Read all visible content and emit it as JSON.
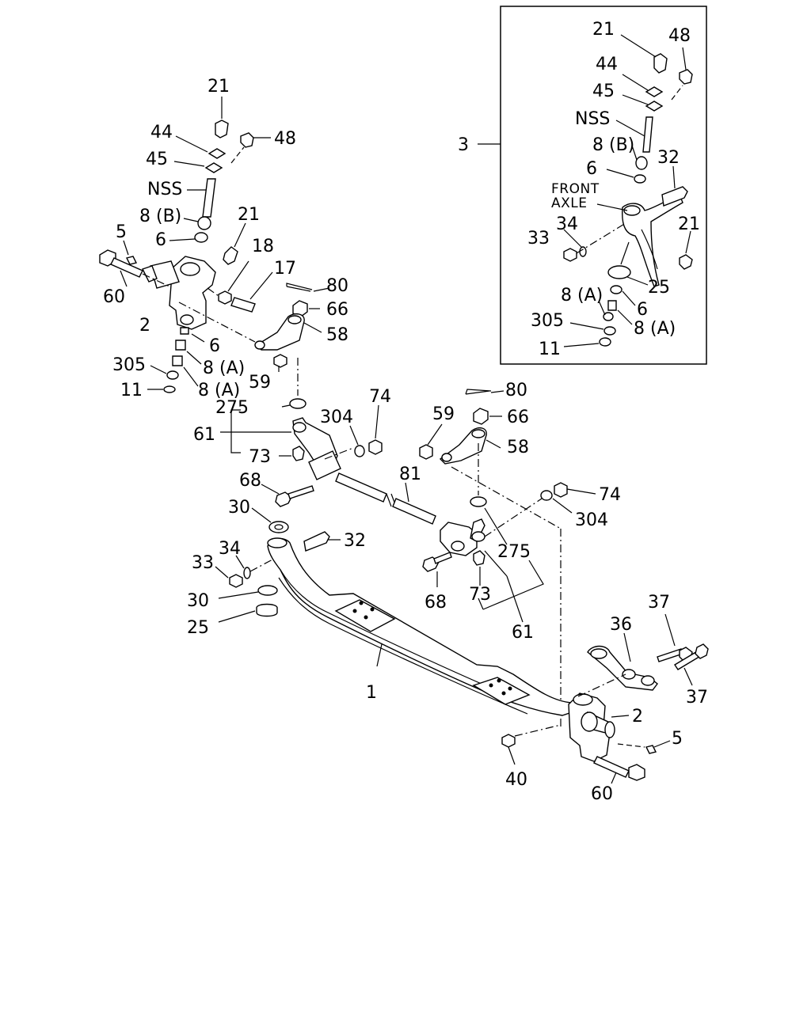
{
  "diagram": {
    "inset_label": "3",
    "front_axle_note": [
      "FRONT",
      "AXLE"
    ],
    "callouts": [
      {
        "id": "l-21-a",
        "text": "21"
      },
      {
        "id": "l-44-a",
        "text": "44"
      },
      {
        "id": "l-48-a",
        "text": "48"
      },
      {
        "id": "l-45-a",
        "text": "45"
      },
      {
        "id": "l-nss-a",
        "text": "NSS"
      },
      {
        "id": "l-8b-a",
        "text": "8 (B)"
      },
      {
        "id": "l-21-b",
        "text": "21"
      },
      {
        "id": "l-5-a",
        "text": "5"
      },
      {
        "id": "l-6-a",
        "text": "6"
      },
      {
        "id": "l-18",
        "text": "18"
      },
      {
        "id": "l-17",
        "text": "17"
      },
      {
        "id": "l-60-a",
        "text": "60"
      },
      {
        "id": "l-80-a",
        "text": "80"
      },
      {
        "id": "l-66-a",
        "text": "66"
      },
      {
        "id": "l-2-a",
        "text": "2"
      },
      {
        "id": "l-58-a",
        "text": "58"
      },
      {
        "id": "l-6-b",
        "text": "6"
      },
      {
        "id": "l-305-a",
        "text": "305"
      },
      {
        "id": "l-8a-a",
        "text": "8 (A)"
      },
      {
        "id": "l-59-a",
        "text": "59"
      },
      {
        "id": "l-11-a",
        "text": "11"
      },
      {
        "id": "l-8a-b",
        "text": "8 (A)"
      },
      {
        "id": "l-275-a",
        "text": "275"
      },
      {
        "id": "l-61-a",
        "text": "61"
      },
      {
        "id": "l-73-a",
        "text": "73"
      },
      {
        "id": "l-304-a",
        "text": "304"
      },
      {
        "id": "l-74-a",
        "text": "74"
      },
      {
        "id": "l-80-b",
        "text": "80"
      },
      {
        "id": "l-59-b",
        "text": "59"
      },
      {
        "id": "l-66-b",
        "text": "66"
      },
      {
        "id": "l-58-b",
        "text": "58"
      },
      {
        "id": "l-68-a",
        "text": "68"
      },
      {
        "id": "l-81",
        "text": "81"
      },
      {
        "id": "l-74-b",
        "text": "74"
      },
      {
        "id": "l-30-a",
        "text": "30"
      },
      {
        "id": "l-304-b",
        "text": "304"
      },
      {
        "id": "l-32-a",
        "text": "32"
      },
      {
        "id": "l-34-a",
        "text": "34"
      },
      {
        "id": "l-275-b",
        "text": "275"
      },
      {
        "id": "l-33-a",
        "text": "33"
      },
      {
        "id": "l-30-b",
        "text": "30"
      },
      {
        "id": "l-68-b",
        "text": "68"
      },
      {
        "id": "l-73-b",
        "text": "73"
      },
      {
        "id": "l-25-a",
        "text": "25"
      },
      {
        "id": "l-61-b",
        "text": "61"
      },
      {
        "id": "l-37-a",
        "text": "37"
      },
      {
        "id": "l-36",
        "text": "36"
      },
      {
        "id": "l-1",
        "text": "1"
      },
      {
        "id": "l-2-b",
        "text": "2"
      },
      {
        "id": "l-37-b",
        "text": "37"
      },
      {
        "id": "l-5-b",
        "text": "5"
      },
      {
        "id": "l-40",
        "text": "40"
      },
      {
        "id": "l-60-b",
        "text": "60"
      },
      {
        "id": "i-21-a",
        "text": "21"
      },
      {
        "id": "i-48",
        "text": "48"
      },
      {
        "id": "i-44",
        "text": "44"
      },
      {
        "id": "i-45",
        "text": "45"
      },
      {
        "id": "i-nss",
        "text": "NSS"
      },
      {
        "id": "i-8b",
        "text": "8 (B)"
      },
      {
        "id": "i-32",
        "text": "32"
      },
      {
        "id": "i-6-a",
        "text": "6"
      },
      {
        "id": "i-34",
        "text": "34"
      },
      {
        "id": "i-21-b",
        "text": "21"
      },
      {
        "id": "i-33",
        "text": "33"
      },
      {
        "id": "i-25",
        "text": "25"
      },
      {
        "id": "i-8a-a",
        "text": "8 (A)"
      },
      {
        "id": "i-6-b",
        "text": "6"
      },
      {
        "id": "i-305",
        "text": "305"
      },
      {
        "id": "i-8a-b",
        "text": "8 (A)"
      },
      {
        "id": "i-11",
        "text": "11"
      }
    ]
  }
}
